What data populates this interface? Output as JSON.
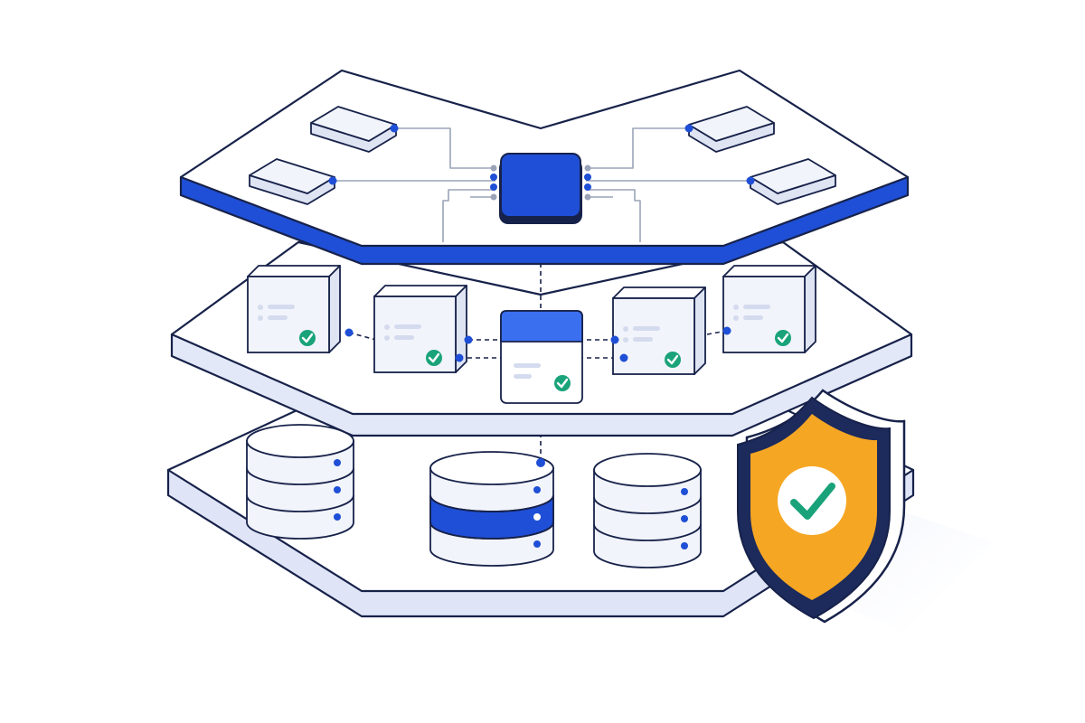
{
  "colors": {
    "background": "#ffffff",
    "outline": "#17224a",
    "platform_fill": "#ffffff",
    "platform_side": "#e8ecfa",
    "platform_side_dark": "#d7ddf3",
    "accent_blue": "#1f4fd6",
    "accent_blue_light": "#3a6ff0",
    "module_fill": "#f2f4fb",
    "module_side": "#dfe4f3",
    "wire_gray": "#9aa3b8",
    "check_green": "#1aa37a",
    "shield_orange": "#f5a623",
    "shield_navy": "#1c2a5c",
    "shadow": "#eef1fb"
  },
  "diagram": {
    "layers": [
      {
        "name": "network-layer",
        "theme": "accent"
      },
      {
        "name": "services-layer",
        "theme": "neutral"
      },
      {
        "name": "storage-layer",
        "theme": "neutral"
      }
    ],
    "network_nodes": [
      {
        "name": "node-top-left",
        "side": "left"
      },
      {
        "name": "node-mid-left",
        "side": "left"
      },
      {
        "name": "node-top-right",
        "side": "right"
      },
      {
        "name": "node-mid-right",
        "side": "right"
      }
    ],
    "hub": {
      "name": "network-hub"
    },
    "services": [
      {
        "name": "service-1",
        "verified": true
      },
      {
        "name": "service-2",
        "verified": true
      },
      {
        "name": "service-gateway",
        "verified": true,
        "highlighted": true
      },
      {
        "name": "service-4",
        "verified": true
      },
      {
        "name": "service-5",
        "verified": true
      }
    ],
    "databases": [
      {
        "name": "database-1",
        "highlighted": false
      },
      {
        "name": "database-2",
        "highlighted": true
      },
      {
        "name": "database-3",
        "highlighted": false
      }
    ],
    "security": {
      "icon": "shield-check-icon",
      "verified": true
    }
  }
}
